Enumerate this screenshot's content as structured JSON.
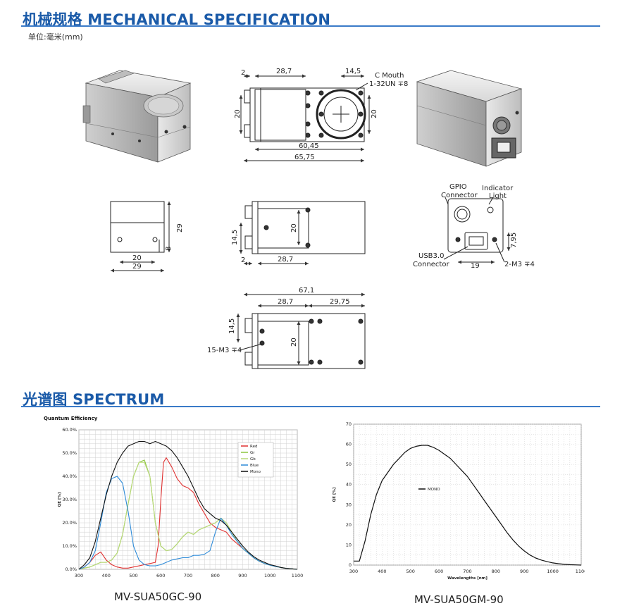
{
  "mech": {
    "title": "机械规格 MECHANICAL SPECIFICATION",
    "unit": "单位:毫米(mm)",
    "dims": {
      "top_left_2": "2",
      "top_28_7": "28,7",
      "top_14_5": "14,5",
      "c_mouth": "C Mouth",
      "thread": "1-32UN ∓8",
      "side_20_left": "20",
      "side_20_right": "20",
      "w_60_45": "60,45",
      "w_65_75": "65,75",
      "back_29_v": "29",
      "back_8": "8",
      "back_20": "20",
      "back_29_h": "29",
      "mid_20": "20",
      "mid_14_5": "14,5",
      "mid_2": "2",
      "mid_28_7": "28,7",
      "gpio": "GPIO",
      "gpio2": "Connector",
      "indicator": "Indicator",
      "indicator2": "Light",
      "usb": "USB3.0",
      "usb2": "Connector",
      "d_7_95": "7,95",
      "d_19": "19",
      "m3": "2-M3 ∓4",
      "bot_67_1": "67,1",
      "bot_28_7": "28,7",
      "bot_29_75": "29,75",
      "bot_14_5": "14,5",
      "bot_20": "20",
      "bot_m3": "15-M3 ∓4"
    }
  },
  "spectrum": {
    "title": "光谱图    SPECTRUM",
    "left_caption": "MV-SUA50GC-90",
    "right_caption": "MV-SUA50GM-90"
  },
  "chart_data": [
    {
      "type": "line",
      "title": "Quantum Efficiency",
      "xlabel": "",
      "ylabel": "QE [%]",
      "xlim": [
        300,
        1100
      ],
      "ylim": [
        0,
        60
      ],
      "x_ticks": [
        "300",
        "400",
        "500",
        "600",
        "700",
        "800",
        "900",
        "1000",
        "1100"
      ],
      "y_ticks": [
        "0.0%",
        "10.0%",
        "20.0%",
        "30.0%",
        "40.0%",
        "50.0%",
        "60.0%"
      ],
      "grid": true,
      "legend": "top-right",
      "series": [
        {
          "name": "Red",
          "color": "#e03030",
          "x": [
            300,
            320,
            340,
            360,
            380,
            400,
            420,
            440,
            460,
            480,
            500,
            520,
            540,
            560,
            580,
            590,
            600,
            610,
            620,
            640,
            660,
            680,
            700,
            720,
            740,
            760,
            780,
            800,
            820,
            840,
            860,
            880,
            900,
            920,
            940,
            960,
            980,
            1000,
            1020,
            1040,
            1060,
            1080,
            1100
          ],
          "values": [
            0,
            1,
            3,
            6,
            7.5,
            4,
            2,
            1,
            0.5,
            0.5,
            1,
            1.5,
            2,
            2.5,
            3,
            10,
            30,
            46,
            48,
            44,
            39,
            36,
            35,
            33,
            28,
            24,
            20,
            18,
            17,
            16,
            13,
            11,
            9,
            7,
            5,
            3.5,
            2.5,
            1.8,
            1.2,
            0.8,
            0.4,
            0.2,
            0
          ]
        },
        {
          "name": "Gr",
          "color": "#8cc63f",
          "x": [
            300,
            320,
            340,
            360,
            380,
            400,
            420,
            440,
            460,
            480,
            500,
            520,
            540,
            560,
            580,
            600,
            620,
            640,
            660,
            680,
            700,
            720,
            740,
            760,
            780,
            800,
            820,
            840,
            860,
            880,
            900,
            920,
            940,
            960,
            980,
            1000,
            1020,
            1040,
            1060,
            1080,
            1100
          ],
          "values": [
            0,
            0.5,
            1,
            2,
            3,
            3,
            4,
            7,
            15,
            28,
            40,
            46,
            47,
            40,
            20,
            10,
            8,
            8.5,
            11,
            14,
            16,
            15,
            17,
            18,
            19,
            20,
            22,
            20,
            16,
            12,
            9,
            7,
            5,
            3.5,
            2.5,
            1.8,
            1.2,
            0.8,
            0.4,
            0.2,
            0
          ]
        },
        {
          "name": "Gb",
          "color": "#b8d878",
          "x": [
            300,
            320,
            340,
            360,
            380,
            400,
            420,
            440,
            460,
            480,
            500,
            520,
            540,
            560,
            580,
            600,
            620,
            640,
            660,
            680,
            700,
            720,
            740,
            760,
            780,
            800,
            820,
            840,
            860,
            880,
            900,
            920,
            940,
            960,
            980,
            1000,
            1020,
            1040,
            1060,
            1080,
            1100
          ],
          "values": [
            0,
            0.5,
            1,
            2,
            3,
            3,
            4,
            7,
            15,
            28,
            40,
            46,
            46,
            40,
            20,
            10,
            8,
            8.5,
            11,
            14,
            16,
            15,
            17,
            18,
            19,
            20,
            22,
            20,
            16,
            12,
            9,
            7,
            5,
            3.5,
            2.5,
            1.8,
            1.2,
            0.8,
            0.4,
            0.2,
            0
          ]
        },
        {
          "name": "Blue",
          "color": "#2e8bd8",
          "x": [
            300,
            320,
            340,
            360,
            380,
            400,
            420,
            440,
            460,
            480,
            500,
            520,
            540,
            560,
            580,
            600,
            620,
            640,
            660,
            680,
            700,
            720,
            740,
            760,
            780,
            800,
            820,
            840,
            860,
            880,
            900,
            920,
            940,
            960,
            980,
            1000,
            1020,
            1040,
            1060,
            1080,
            1100
          ],
          "values": [
            0,
            1,
            3,
            8,
            20,
            33,
            39,
            40,
            37,
            25,
            10,
            4,
            2,
            1.5,
            1.5,
            2,
            3,
            4,
            4.5,
            5,
            5,
            6,
            6,
            6.5,
            8,
            16,
            22,
            19,
            15,
            12,
            9,
            7,
            5,
            3.5,
            2.5,
            1.8,
            1.2,
            0.8,
            0.4,
            0.2,
            0
          ]
        },
        {
          "name": "Mono",
          "color": "#111111",
          "x": [
            300,
            320,
            340,
            360,
            380,
            400,
            420,
            440,
            460,
            480,
            500,
            520,
            540,
            560,
            580,
            600,
            620,
            640,
            660,
            680,
            700,
            720,
            740,
            760,
            780,
            800,
            820,
            840,
            860,
            880,
            900,
            920,
            940,
            960,
            980,
            1000,
            1020,
            1040,
            1060,
            1080,
            1100
          ],
          "values": [
            0,
            2,
            5,
            12,
            22,
            32,
            40,
            46,
            50,
            53,
            54,
            55,
            55,
            54,
            55,
            54,
            53,
            51,
            48,
            44,
            40,
            35,
            30,
            26,
            24,
            22,
            21,
            19,
            16,
            13,
            10,
            7.5,
            5.5,
            4,
            3,
            2,
            1.5,
            0.8,
            0.4,
            0.2,
            0
          ]
        }
      ]
    },
    {
      "type": "line",
      "title": "",
      "xlabel": "Wavelengths [nm]",
      "ylabel": "QE [%]",
      "xlim": [
        300,
        1100
      ],
      "ylim": [
        0,
        70
      ],
      "x_ticks": [
        "300",
        "400",
        "500",
        "600",
        "700",
        "800",
        "900",
        "1000",
        "1100"
      ],
      "y_ticks": [
        "0",
        "10",
        "20",
        "30",
        "40",
        "50",
        "60",
        "70"
      ],
      "grid": true,
      "legend": "center-left",
      "series": [
        {
          "name": "MONO",
          "color": "#111111",
          "x": [
            300,
            320,
            340,
            360,
            380,
            400,
            420,
            440,
            460,
            480,
            500,
            520,
            540,
            560,
            580,
            600,
            620,
            640,
            660,
            680,
            700,
            720,
            740,
            760,
            780,
            800,
            820,
            840,
            860,
            880,
            900,
            920,
            940,
            960,
            980,
            1000,
            1020,
            1040,
            1060,
            1080,
            1100
          ],
          "values": [
            2,
            2,
            12,
            25,
            35,
            42,
            46,
            50,
            53,
            56,
            58,
            59,
            59.5,
            59.5,
            58.5,
            57,
            55,
            53,
            50,
            47,
            44,
            40,
            36,
            32,
            28,
            24,
            20,
            16,
            12.5,
            9.5,
            7,
            5,
            3.5,
            2.5,
            1.7,
            1.1,
            0.7,
            0.4,
            0.2,
            0.1,
            0
          ]
        }
      ]
    }
  ]
}
